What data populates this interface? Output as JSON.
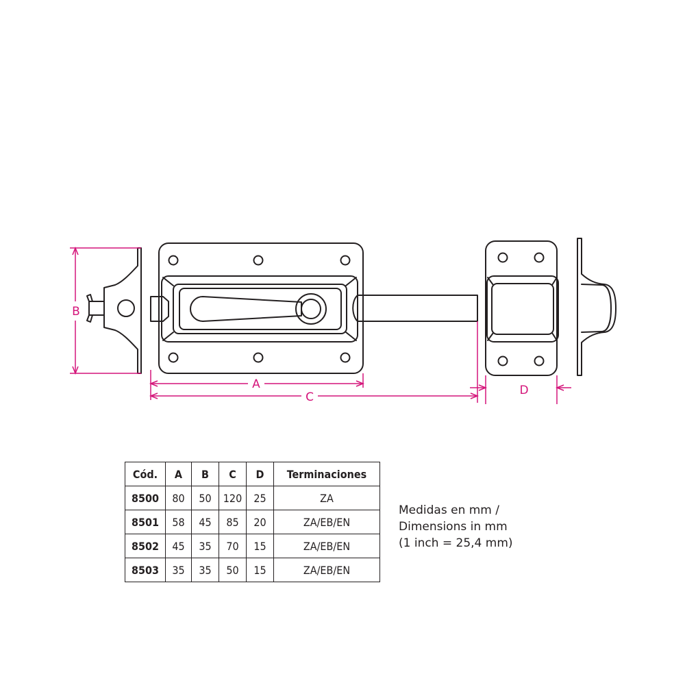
{
  "dimension_labels": {
    "a": "A",
    "b": "B",
    "c": "C",
    "d": "D"
  },
  "table": {
    "headers": [
      "Cód.",
      "A",
      "B",
      "C",
      "D",
      "Terminaciones"
    ],
    "rows": [
      [
        "8500",
        "80",
        "50",
        "120",
        "25",
        "ZA"
      ],
      [
        "8501",
        "58",
        "45",
        "85",
        "20",
        "ZA/EB/EN"
      ],
      [
        "8502",
        "45",
        "35",
        "70",
        "15",
        "ZA/EB/EN"
      ],
      [
        "8503",
        "35",
        "35",
        "50",
        "15",
        "ZA/EB/EN"
      ]
    ]
  },
  "note": {
    "line1": "Medidas en mm /",
    "line2": "Dimensions in mm",
    "line3": "(1 inch = 25,4 mm)"
  },
  "colors": {
    "line": "#231f20",
    "dimension": "#d4147a"
  }
}
